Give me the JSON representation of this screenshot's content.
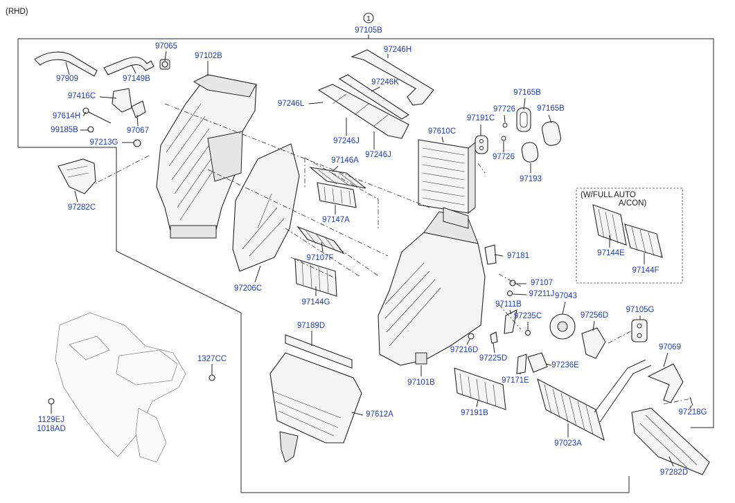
{
  "header": {
    "variant": "(RHD)"
  },
  "assembly": {
    "index": "1",
    "part_no": "97105B"
  },
  "option_box": {
    "line1": "(W/FULL AUTO",
    "line2": "A/CON)"
  },
  "callouts": [
    "97909",
    "97149B",
    "97065",
    "97102B",
    "97416C",
    "97614H",
    "97067",
    "99185B",
    "97213G",
    "97282C",
    "97246H",
    "97246K",
    "97246L",
    "97246J",
    "97246J",
    "97146A",
    "97147A",
    "97107F",
    "97206C",
    "97144G",
    "97165B",
    "97726",
    "97191C",
    "97165B",
    "97610C",
    "97726",
    "97193",
    "97144E",
    "97144F",
    "97181",
    "97107",
    "97211J",
    "97111B",
    "97043",
    "97235C",
    "97256D",
    "97105G",
    "97216D",
    "97225D",
    "97236E",
    "97171E",
    "97069",
    "97189D",
    "97101B",
    "97191B",
    "97023A",
    "97218G",
    "97612A",
    "97282D",
    "1327CC",
    "1129EJ",
    "1018AD"
  ]
}
